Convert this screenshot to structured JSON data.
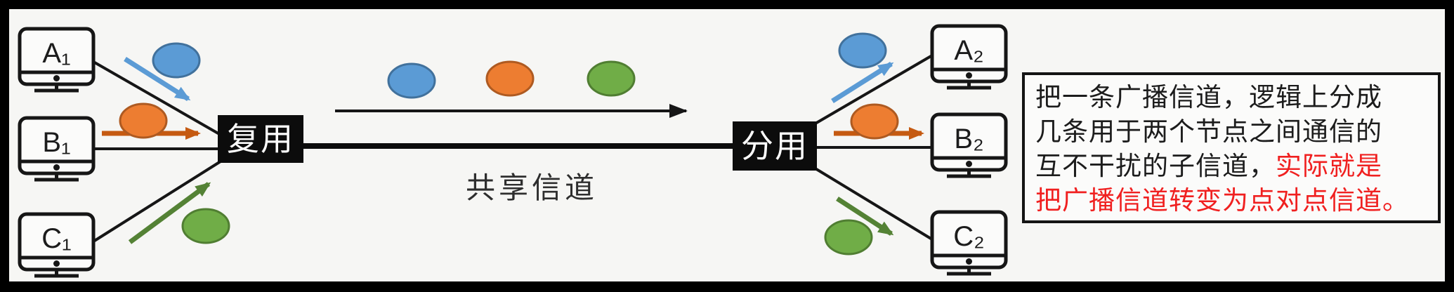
{
  "frame": {
    "border_color": "#000000",
    "background": "#f6f6f4"
  },
  "hosts": {
    "a1": {
      "label": "A₁"
    },
    "b1": {
      "label": "B₁"
    },
    "c1": {
      "label": "C₁"
    },
    "a2": {
      "label": "A₂"
    },
    "b2": {
      "label": "B₂"
    },
    "c2": {
      "label": "C₂"
    }
  },
  "mux": {
    "label": "复用"
  },
  "demux": {
    "label": "分用"
  },
  "channel": {
    "label": "共享信道"
  },
  "packets": {
    "a_color": "#5B9BD5",
    "b_color": "#ED7D31",
    "c_color": "#70AD47",
    "a_arrow_color": "#5B9BD5",
    "b_arrow_color": "#C55A11",
    "c_arrow_color": "#548235"
  },
  "note": {
    "line1": "把一条广播信道，逻辑上分成",
    "line2": "几条用于两个节点之间通信的",
    "line3_black": "互不干扰的子信道，",
    "line3_red": "实际就是",
    "line4_red": "把广播信道转变为点对点信道。",
    "text_color": "#1C1C1C",
    "red_color": "#F02020"
  }
}
